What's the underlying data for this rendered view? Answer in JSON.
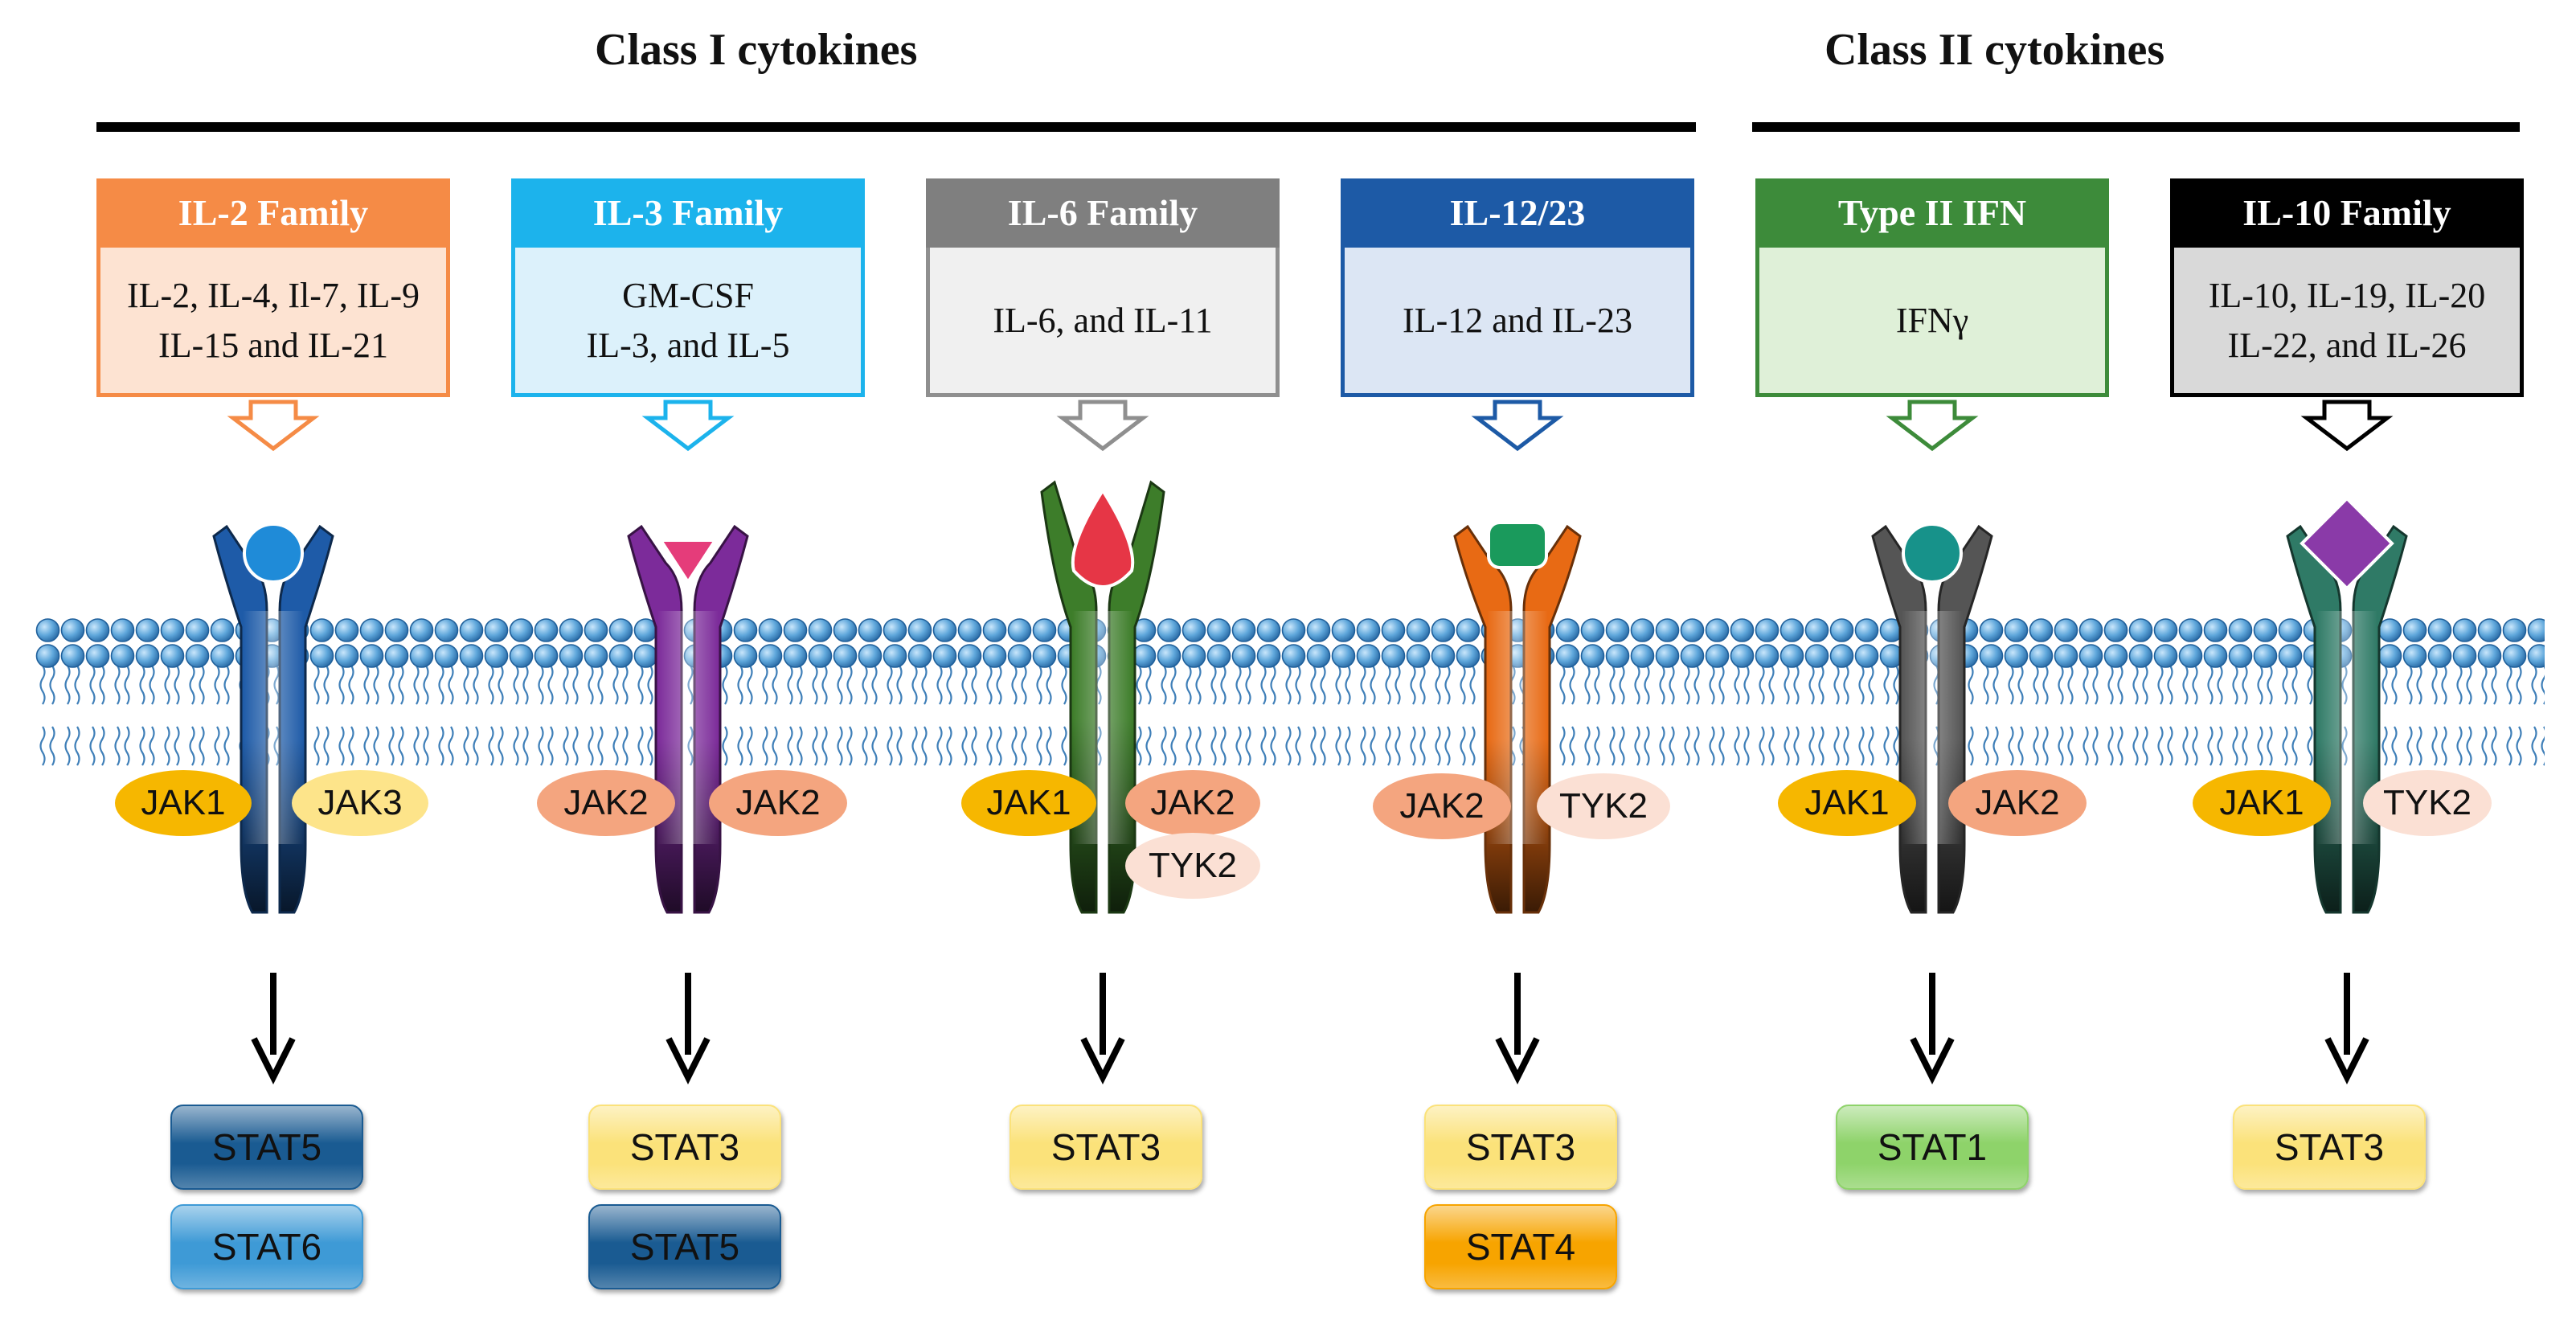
{
  "classes": [
    {
      "title": "Class I cytokines"
    },
    {
      "title": "Class II cytokines"
    }
  ],
  "families": [
    {
      "title": "IL-2 Family",
      "lines": [
        "IL-2, IL-4, Il-7, IL-9",
        "IL-15 and IL-21"
      ],
      "header_color": "#f58b46",
      "body_color": "#fde3d2",
      "border_color": "#f58b46",
      "title_color": "#ffffff",
      "receptor_shape": "blue-cup",
      "receptor_color": "#1e5ba8",
      "ligand_color": "#1f8bd8",
      "jaks": [
        {
          "label": "JAK1",
          "color": "#f6b700"
        },
        {
          "label": "JAK3",
          "color": "#fde48a"
        }
      ],
      "stats": [
        {
          "label": "STAT5",
          "color": "#1a5b92"
        },
        {
          "label": "STAT6",
          "color": "#3e9ad6"
        }
      ]
    },
    {
      "title": "IL-3 Family",
      "lines": [
        "GM-CSF",
        "IL-3, and IL-5"
      ],
      "header_color": "#1cb3ec",
      "body_color": "#dcf1fb",
      "border_color": "#1cb3ec",
      "title_color": "#ffffff",
      "receptor_shape": "purple-y",
      "receptor_color": "#7c2b9a",
      "ligand_color": "#e53c7a",
      "jaks": [
        {
          "label": "JAK2",
          "color": "#f4a57f"
        },
        {
          "label": "JAK2",
          "color": "#f4a57f"
        }
      ],
      "stats": [
        {
          "label": "STAT3",
          "color": "#fbe27a"
        },
        {
          "label": "STAT5",
          "color": "#1a5b92"
        }
      ]
    },
    {
      "title": "IL-6 Family",
      "lines": [
        "IL-6, and  IL-11"
      ],
      "header_color": "#7f7f7f",
      "body_color": "#f0f0f0",
      "border_color": "#8f8f8f",
      "title_color": "#ffffff",
      "receptor_shape": "green-bulb",
      "receptor_color": "#3d7d2a",
      "ligand_color": "#e63646",
      "jaks": [
        {
          "label": "JAK1",
          "color": "#f6b700"
        },
        {
          "label": "JAK2",
          "color": "#f4a57f"
        },
        {
          "label": "TYK2",
          "color": "#fbe0d4"
        }
      ],
      "stats": [
        {
          "label": "STAT3",
          "color": "#fbe27a"
        }
      ]
    },
    {
      "title": "IL-12/23",
      "lines": [
        "IL-12 and IL-23"
      ],
      "header_color": "#1d5aa6",
      "body_color": "#dce6f4",
      "border_color": "#1d5aa6",
      "title_color": "#ffffff",
      "receptor_shape": "orange-cup",
      "receptor_color": "#e86a14",
      "ligand_color": "#1a9a5c",
      "jaks": [
        {
          "label": "JAK2",
          "color": "#f4a57f"
        },
        {
          "label": "TYK2",
          "color": "#fbe0d4"
        }
      ],
      "stats": [
        {
          "label": "STAT3",
          "color": "#fbe27a"
        },
        {
          "label": "STAT4",
          "color": "#f7a400"
        }
      ]
    },
    {
      "title": "Type II IFN",
      "lines": [
        "IFNγ"
      ],
      "header_color": "#3d8b3a",
      "body_color": "#dff0d8",
      "border_color": "#3d8b3a",
      "title_color": "#ffffff",
      "receptor_shape": "gray-y",
      "receptor_color": "#555555",
      "ligand_color": "#17928a",
      "jaks": [
        {
          "label": "JAK1",
          "color": "#f6b700"
        },
        {
          "label": "JAK2",
          "color": "#f4a57f"
        }
      ],
      "stats": [
        {
          "label": "STAT1",
          "color": "#8ed36a"
        }
      ]
    },
    {
      "title": "IL-10 Family",
      "lines": [
        "IL-10, IL-19, IL-20",
        "IL-22, and IL-26"
      ],
      "header_color": "#000000",
      "body_color": "#d9d9d9",
      "border_color": "#000000",
      "title_color": "#ffffff",
      "receptor_shape": "teal-y",
      "receptor_color": "#2f7a66",
      "ligand_color": "#8a3aa8",
      "jaks": [
        {
          "label": "JAK1",
          "color": "#f6b700"
        },
        {
          "label": "TYK2",
          "color": "#fbe0d4"
        }
      ],
      "stats": [
        {
          "label": "STAT3",
          "color": "#fbe27a"
        }
      ]
    }
  ]
}
